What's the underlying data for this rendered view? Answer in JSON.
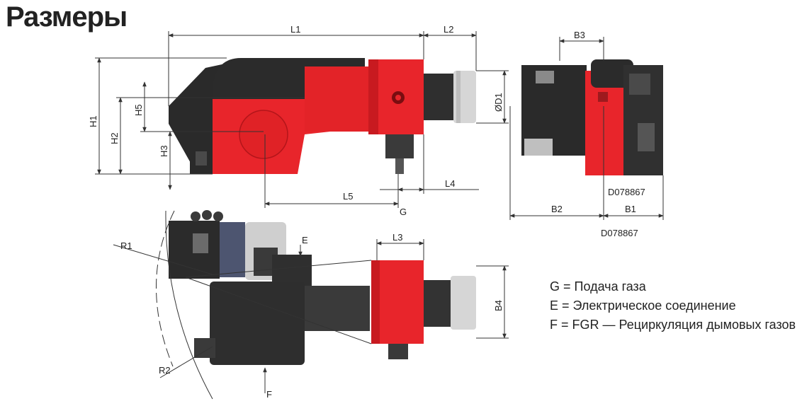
{
  "title": "Размеры",
  "dimensions": {
    "L1": "L1",
    "L2": "L2",
    "L3": "L3",
    "L4": "L4",
    "L5": "L5",
    "H1": "H1",
    "H2": "H2",
    "H3": "H3",
    "H5": "H5",
    "D1": "ØD1",
    "B1": "B1",
    "B2": "B2",
    "B3": "B3",
    "B4": "B4",
    "R1": "R1",
    "R2": "R2",
    "G": "G",
    "E": "E",
    "F": "F"
  },
  "drawing_codes": [
    "D078867",
    "D078867"
  ],
  "legend": [
    "G = Подача газа",
    "E = Электрическое соединение",
    "F = FGR — Рециркуляция дымовых газов"
  ],
  "colors": {
    "red_body": "#e8252b",
    "dark_body": "#2b2b2b",
    "light_grey": "#d4d4d4"
  }
}
